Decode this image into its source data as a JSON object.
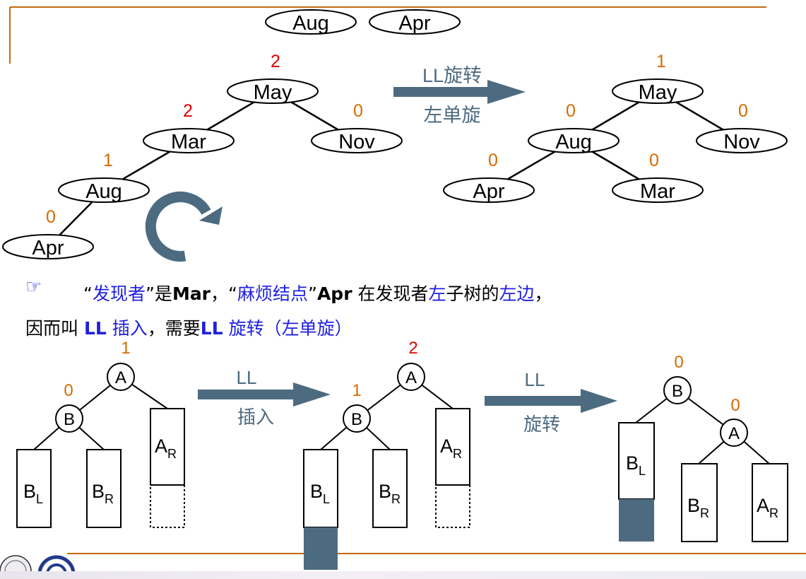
{
  "colors": {
    "ink": "#000000",
    "balance_normal": "#d46a00",
    "balance_critical": "#e00000",
    "arrow": "#4d6b80",
    "rule": "#c06a10",
    "highlight": "#1f1fe0",
    "filled_block": "#4d6b80"
  },
  "top_labels": {
    "node1": "Aug",
    "node2": "Apr"
  },
  "tree_before": {
    "nodes": [
      {
        "id": "may",
        "label": "May",
        "bf": "2",
        "critical": true
      },
      {
        "id": "mar",
        "label": "Mar",
        "bf": "2",
        "critical": true
      },
      {
        "id": "nov",
        "label": "Nov",
        "bf": "0",
        "critical": false
      },
      {
        "id": "aug",
        "label": "Aug",
        "bf": "1",
        "critical": false
      },
      {
        "id": "apr",
        "label": "Apr",
        "bf": "0",
        "critical": false
      }
    ],
    "edges": [
      [
        "may",
        "mar"
      ],
      [
        "may",
        "nov"
      ],
      [
        "mar",
        "aug"
      ],
      [
        "aug",
        "apr"
      ]
    ]
  },
  "rotation_arrow": {
    "line1": "LL旋转",
    "line2": "左单旋"
  },
  "tree_after": {
    "nodes": [
      {
        "id": "may",
        "label": "May",
        "bf": "1",
        "critical": false
      },
      {
        "id": "aug",
        "label": "Aug",
        "bf": "0",
        "critical": false
      },
      {
        "id": "nov",
        "label": "Nov",
        "bf": "0",
        "critical": false
      },
      {
        "id": "apr",
        "label": "Apr",
        "bf": "0",
        "critical": false
      },
      {
        "id": "mar",
        "label": "Mar",
        "bf": "0",
        "critical": false
      }
    ],
    "edges": [
      [
        "may",
        "aug"
      ],
      [
        "may",
        "nov"
      ],
      [
        "aug",
        "apr"
      ],
      [
        "aug",
        "mar"
      ]
    ]
  },
  "sentence1": {
    "pointer_icon": "pointing-hand-icon",
    "q1": "“",
    "finder_term": "发现者",
    "q2": "”",
    "is": "是",
    "finder_value": "Mar",
    "comma": "，",
    "q3": "“",
    "trouble_term": "麻烦结点",
    "q4": "”",
    "trouble_value": "Apr",
    "in_finder": " 在发现者",
    "left1": "左",
    "subtree_of": "子树的",
    "left_side": "左边",
    "end": "，"
  },
  "sentence2": {
    "therefore": "因而叫 ",
    "ll1": "LL",
    "insert": " 插入",
    "need": "，需要",
    "ll2": "LL",
    "rotate": " 旋转",
    "paren": "（左单旋）"
  },
  "general": {
    "stage1": {
      "A": "A",
      "A_bf": "1",
      "B": "B",
      "B_bf": "0"
    },
    "arrow1": {
      "line1": "LL",
      "line2": "插入"
    },
    "stage2": {
      "A": "A",
      "A_bf": "2",
      "B": "B",
      "B_bf": "1"
    },
    "arrow2": {
      "line1": "LL",
      "line2": "旋转"
    },
    "stage3": {
      "B": "B",
      "B_bf": "0",
      "A": "A",
      "A_bf": "0"
    },
    "subtrees": {
      "BL_main": "B",
      "BL_sub": "L",
      "BR_main": "B",
      "BR_sub": "R",
      "AR_main": "A",
      "AR_sub": "R"
    }
  }
}
